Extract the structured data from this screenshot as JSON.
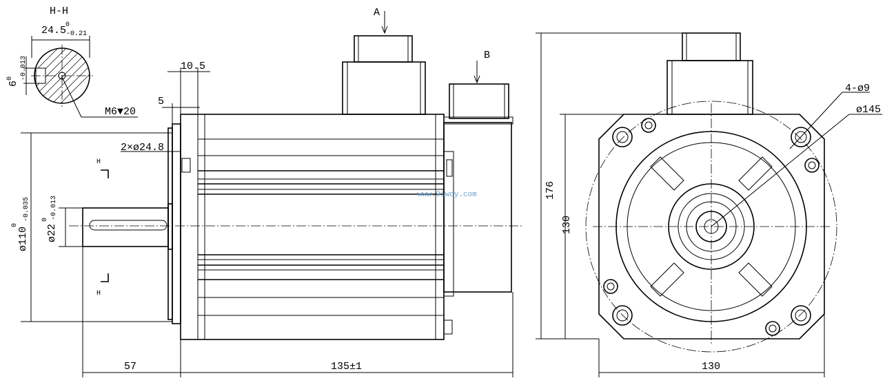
{
  "section": {
    "title": "H-H",
    "key_width_nominal": "24.5",
    "key_width_upper": "0",
    "key_width_lower": "-0.21",
    "key_depth_nominal": "6",
    "key_depth_upper": "0",
    "key_depth_lower": "-0.013",
    "thread": "M6▼20"
  },
  "side_view": {
    "dim_10_5": "10.5",
    "dim_5": "5",
    "holes": "2×ø24.8",
    "pilot_nominal": "ø110",
    "pilot_upper": "0",
    "pilot_lower": "-0.035",
    "shaft_nominal": "ø22",
    "shaft_upper": "0",
    "shaft_lower": "-0.013",
    "section_mark": "H",
    "dim_57": "57",
    "dim_135": "135±1",
    "connector_a": "A",
    "connector_b": "B",
    "watermark": "www.91wdy.com"
  },
  "front_view": {
    "dim_176": "176",
    "dim_130_vertical": "130",
    "dim_130_horizontal": "130",
    "mount_holes": "4-ø9",
    "bolt_circle": "ø145"
  }
}
